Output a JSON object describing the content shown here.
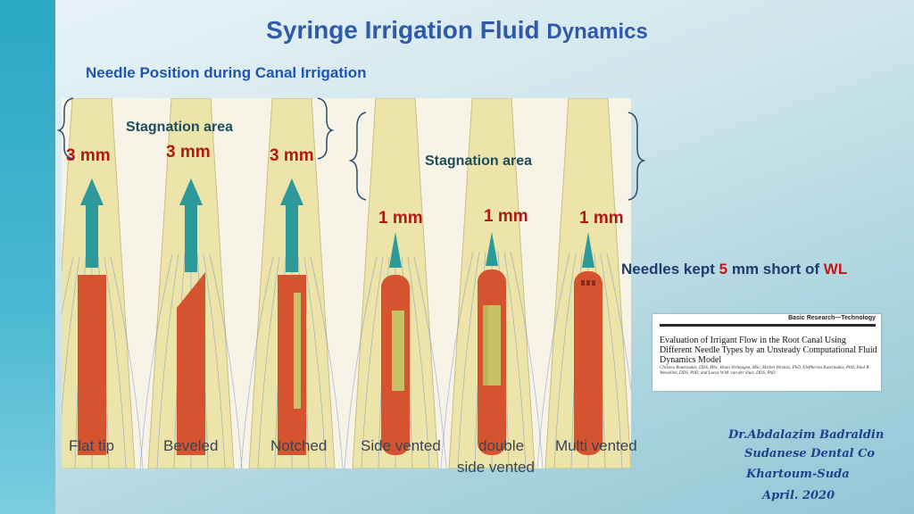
{
  "title": {
    "main": "Syringe Irrigation Fluid",
    "tail": "Dynamics"
  },
  "subtitle": "Needle Position during Canal Irrigation",
  "figure": {
    "stagnation_label": "Stagnation area",
    "distances": [
      "3 mm",
      "3 mm",
      "3 mm",
      "1 mm",
      "1 mm",
      "1 mm"
    ],
    "needles": [
      {
        "name": "Flat tip"
      },
      {
        "name": "Beveled"
      },
      {
        "name": "Notched"
      },
      {
        "name": "Side vented"
      },
      {
        "name": "double"
      },
      {
        "name": "Multi  vented"
      }
    ],
    "needle_extra": "side vented",
    "colors": {
      "canal": "#ece4a8",
      "needle": "#d5532f",
      "arrow": "#2c9a9a",
      "stream": "#6f8fd0"
    }
  },
  "note": {
    "prefix": "Needles kept",
    "value": "5",
    "mid": "mm short of",
    "end": "WL"
  },
  "paper": {
    "category": "Basic Research—Technology",
    "title": "Evaluation of Irrigant Flow in the Root Canal Using Different Needle Types by an Unsteady Computational Fluid Dynamics Model",
    "authors": "Christos Boutsioukis, DDS, MSc, Bram Verhaagen, MSc, Michel Versluis, PhD, Eleftherios Kastrinakis, PhD, Paul R. Wesselink, DDS, PhD, and Lucas W.M. van der Sluis, DDS, PhD"
  },
  "signature": [
    "Dr.Abdalazim Badraldin",
    "Sudanese Dental Co",
    "Khartoum-Suda",
    "April. 2020"
  ]
}
